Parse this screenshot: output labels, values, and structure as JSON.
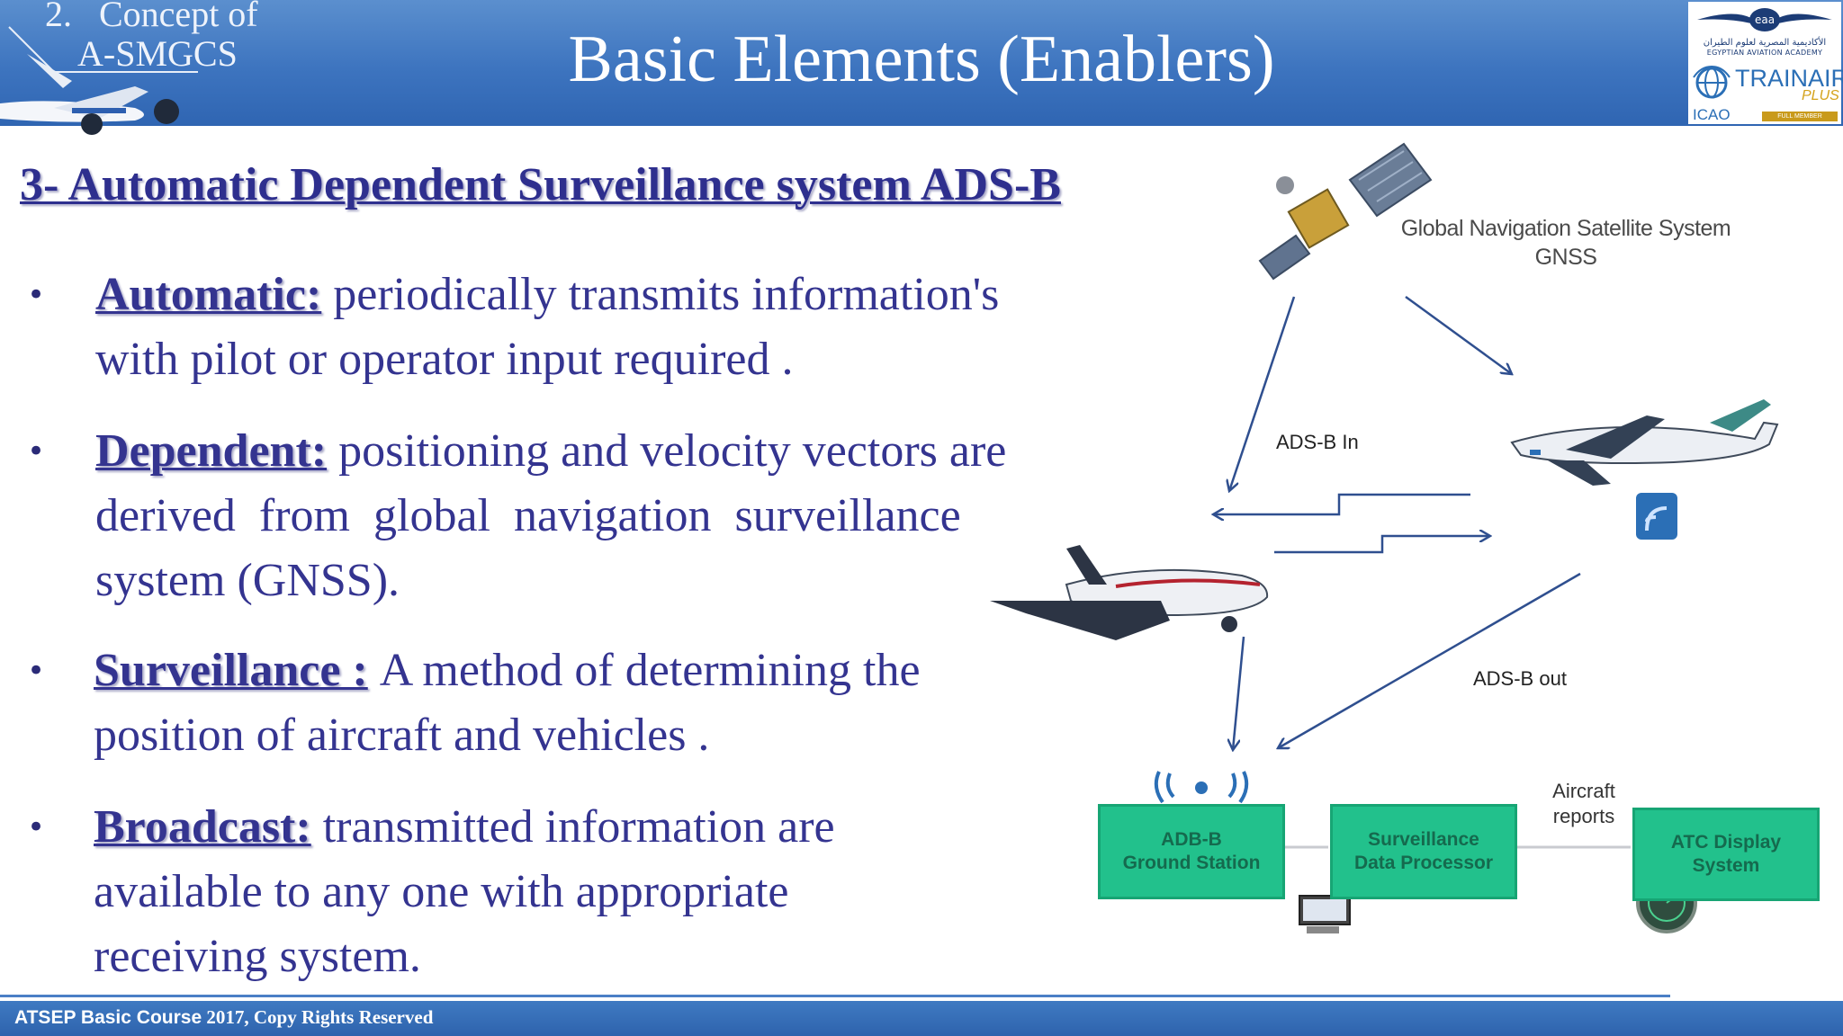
{
  "header": {
    "section_number": "2.",
    "section_name_1": "Concept of",
    "section_name_2": "A-SMGCS",
    "title": "Basic Elements (Enablers)",
    "logo": {
      "badge_text": "eaa",
      "arabic_text": "الأكاديمية المصرية لعلوم الطيران",
      "academy_text": "EGYPTIAN AVIATION ACADEMY",
      "trainair": "TRAINAIR",
      "plus": "PLUS",
      "icao": "ICAO",
      "member": "FULL MEMBER"
    }
  },
  "content": {
    "subtitle": "3- Automatic Dependent Surveillance system ADS-B",
    "bullets": [
      {
        "keyword": "Automatic:",
        "lines": [
          "periodically transmits information's",
          "with pilot or operator input required ."
        ]
      },
      {
        "keyword": "Dependent:",
        "lines": [
          "positioning and velocity vectors are",
          "derived  from  global  navigation  surveillance",
          "system (GNSS)."
        ]
      },
      {
        "keyword": "Surveillance :",
        "lines": [
          "A method of determining the",
          "position of aircraft and vehicles ."
        ]
      },
      {
        "keyword": "Broadcast:",
        "lines": [
          "transmitted information are",
          "available to any one with appropriate",
          "receiving system."
        ]
      }
    ]
  },
  "diagram": {
    "gnss_line1": "Global Navigation Satellite System",
    "gnss_line2": "GNSS",
    "adsb_in": "ADS-B  In",
    "adsb_out": "ADS-B out",
    "aircraft_reports_1": "Aircraft",
    "aircraft_reports_2": "reports",
    "boxes": [
      {
        "line1": "ADB-B",
        "line2": "Ground Station"
      },
      {
        "line1": "Surveillance",
        "line2": "Data Processor"
      },
      {
        "line1": "ATC Display",
        "line2": "System"
      }
    ],
    "box_color": "#22c18c",
    "arrow_color": "#2f4f8f"
  },
  "footer": {
    "text_a": "ATSEP Basic Course",
    "text_b": " 2017, Copy Rights Reserved"
  }
}
